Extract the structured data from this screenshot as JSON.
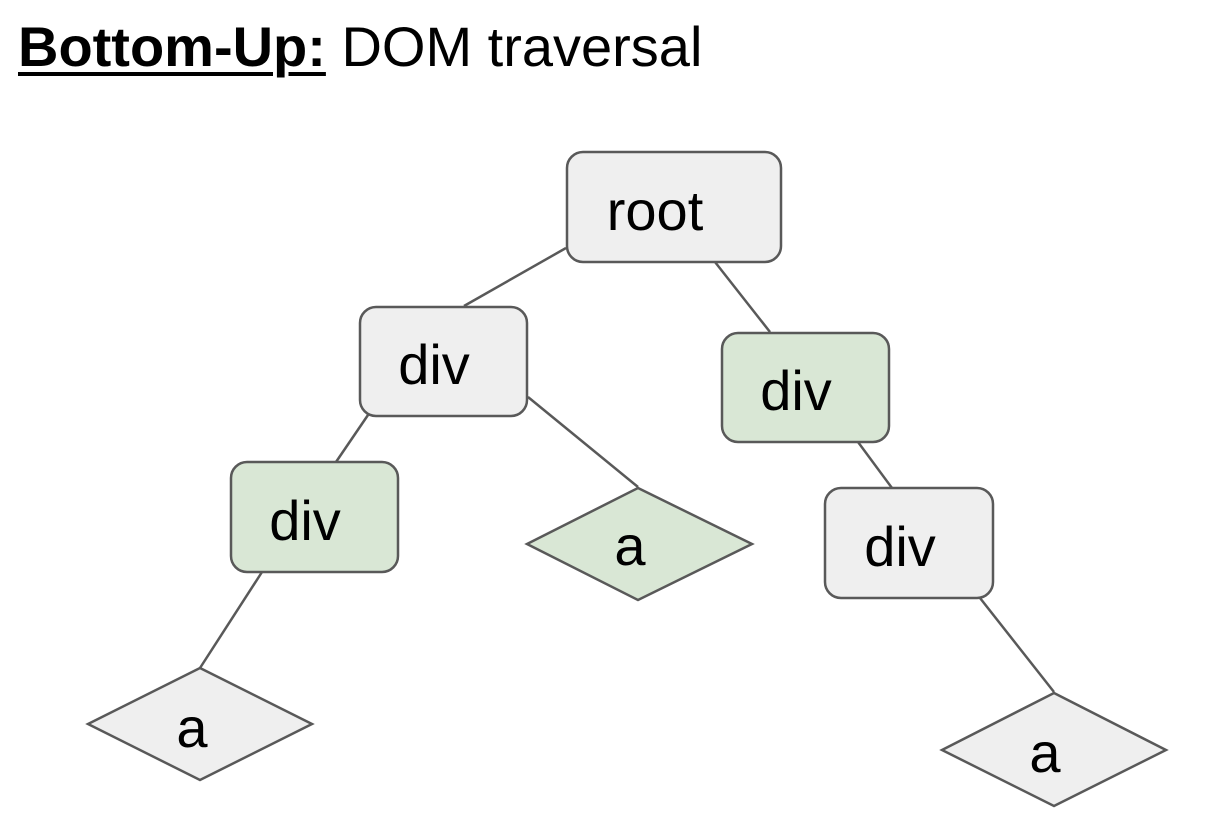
{
  "title": {
    "prefix": "Bottom-Up:",
    "rest": " DOM traversal"
  },
  "colors": {
    "default_fill": "#efefef",
    "highlight_fill": "#d9e7d5",
    "stroke": "#595959"
  },
  "nodes": {
    "root": {
      "label": "root",
      "shape": "rect",
      "highlighted": false
    },
    "div_left": {
      "label": "div",
      "shape": "rect",
      "highlighted": false
    },
    "div_right": {
      "label": "div",
      "shape": "rect",
      "highlighted": true
    },
    "div_left_left": {
      "label": "div",
      "shape": "rect",
      "highlighted": true
    },
    "a_left_right": {
      "label": "a",
      "shape": "diamond",
      "highlighted": true
    },
    "div_right_child": {
      "label": "div",
      "shape": "rect",
      "highlighted": false
    },
    "a_left_left_child": {
      "label": "a",
      "shape": "diamond",
      "highlighted": false
    },
    "a_right_child": {
      "label": "a",
      "shape": "diamond",
      "highlighted": false
    }
  }
}
